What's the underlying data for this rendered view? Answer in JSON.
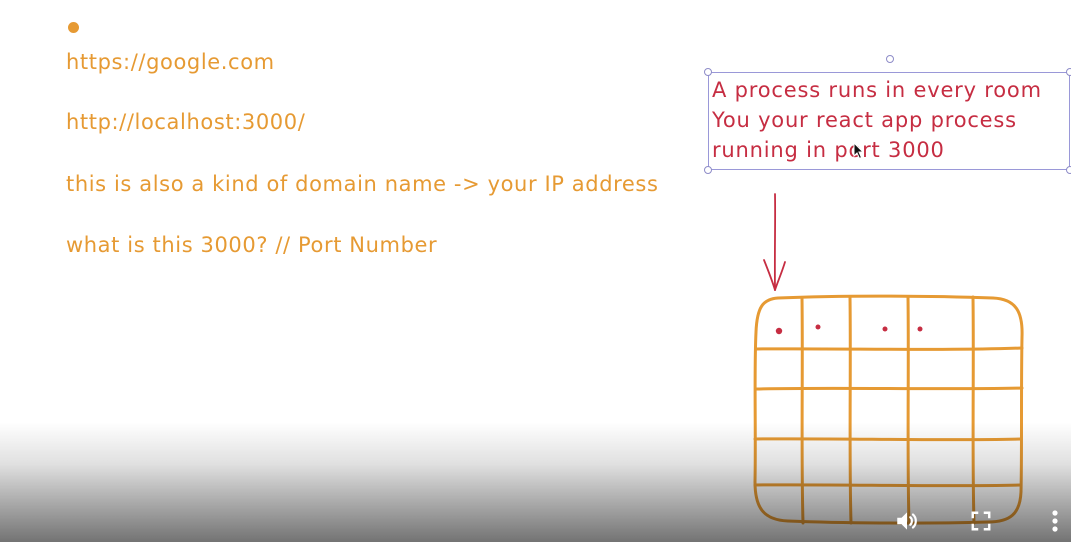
{
  "whiteboard": {
    "lines": [
      "https://google.com",
      "http://localhost:3000/",
      "this is also a kind of domain name -> your IP address",
      "what is this 3000?  // Port Number"
    ],
    "note": {
      "line1": "A process runs in every room",
      "line2": " You your react app process",
      "line3": "running in port 3000"
    },
    "colors": {
      "text": "#e69a33",
      "note": "#c62d42",
      "grid": "#e69a33",
      "selection": "#9a98d8"
    }
  },
  "player_controls": {
    "icons": [
      "volume-icon",
      "fullscreen-icon",
      "more-options-icon"
    ]
  }
}
